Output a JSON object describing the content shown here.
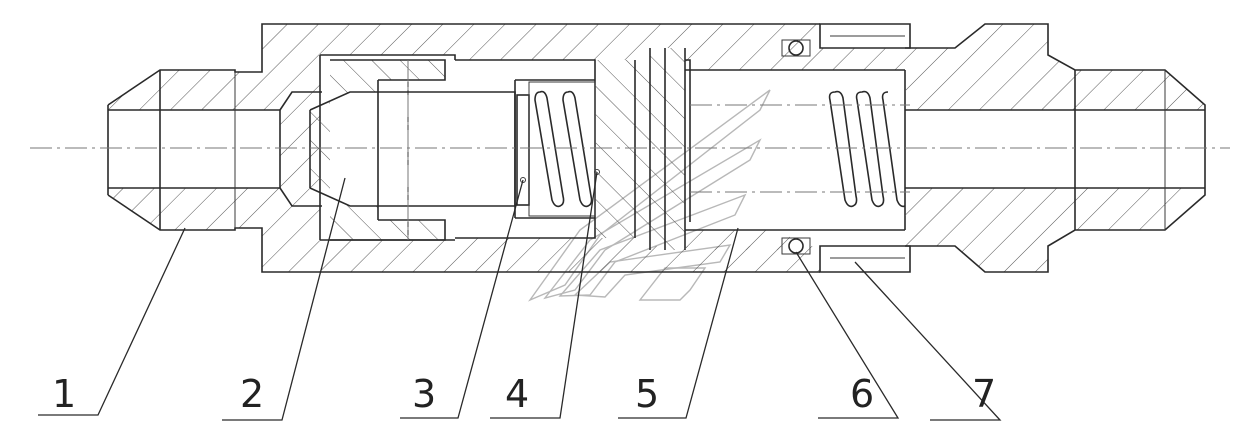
{
  "drawing": {
    "callouts": [
      {
        "id": "1",
        "label": "1"
      },
      {
        "id": "2",
        "label": "2"
      },
      {
        "id": "3",
        "label": "3"
      },
      {
        "id": "4",
        "label": "4"
      },
      {
        "id": "5",
        "label": "5"
      },
      {
        "id": "6",
        "label": "6"
      },
      {
        "id": "7",
        "label": "7"
      }
    ]
  }
}
